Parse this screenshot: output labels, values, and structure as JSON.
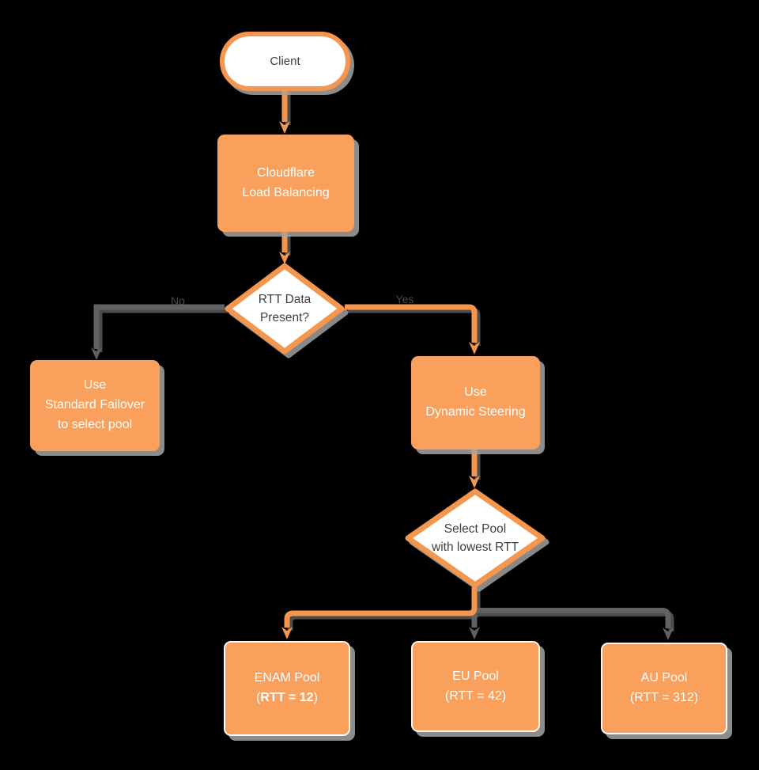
{
  "nodes": {
    "client": {
      "label": "Client"
    },
    "load_balancing": {
      "label": "Cloudflare\nLoad Balancing"
    },
    "rtt_decision": {
      "label": "RTT Data\nPresent?"
    },
    "standard_failover": {
      "label": "Use\nStandard Failover\nto select pool"
    },
    "dynamic_steering": {
      "label": "Use\nDynamic Steering"
    },
    "select_pool": {
      "label": "Select Pool\nwith lowest RTT"
    },
    "enam_pool": {
      "title": "ENAM Pool",
      "rtt_open": "(",
      "rtt_value": "RTT = 12",
      "rtt_close": ")"
    },
    "eu_pool": {
      "label": "EU Pool\n(RTT = 42)"
    },
    "au_pool": {
      "label": "AU Pool\n(RTT = 312)"
    }
  },
  "edges": {
    "no_label": "No",
    "yes_label": "Yes"
  },
  "colors": {
    "node_fill": "#F9A05C",
    "orange_stroke": "#F5964F",
    "gray_stroke": "#616161",
    "dark_text": "#3E3E3E",
    "light_text": "#FFFFFF",
    "background": "#000000"
  }
}
